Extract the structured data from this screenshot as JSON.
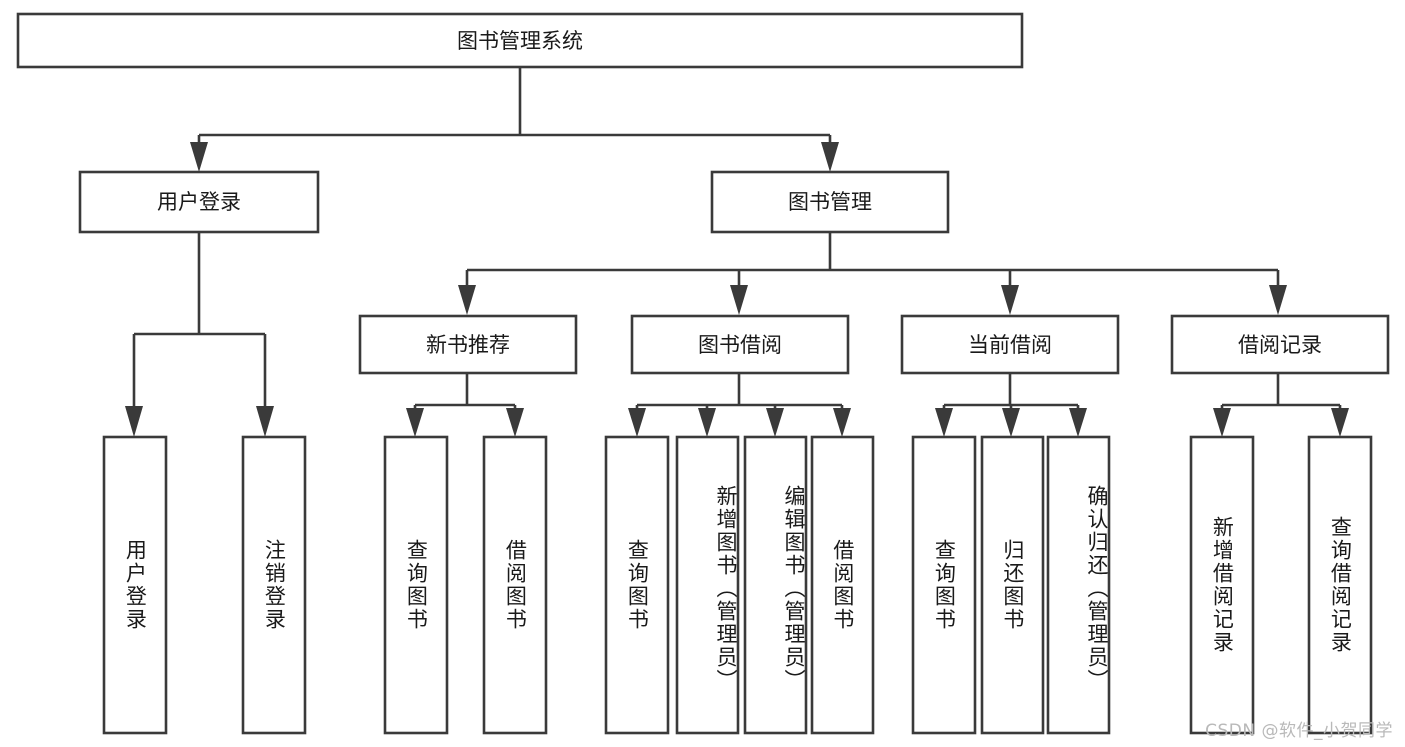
{
  "diagram": {
    "title": "图书管理系统",
    "type": "tree-hierarchy",
    "orientation": "top-down",
    "watermark": "CSDN @软件_小贺同学",
    "colors": {
      "box_stroke": "#3a3a3a",
      "box_fill": "#ffffff",
      "connector": "#3a3a3a",
      "text": "#1a1a1a",
      "background": "#ffffff",
      "watermark": "#b9b9b9"
    },
    "root": {
      "label": "图书管理系统"
    },
    "level2": [
      {
        "id": "user-login",
        "label": "用户登录"
      },
      {
        "id": "book-manage",
        "label": "图书管理"
      }
    ],
    "level3": [
      {
        "id": "new-book-recommend",
        "label": "新书推荐",
        "parent": "book-manage"
      },
      {
        "id": "book-borrow",
        "label": "图书借阅",
        "parent": "book-manage"
      },
      {
        "id": "current-borrow",
        "label": "当前借阅",
        "parent": "book-manage"
      },
      {
        "id": "borrow-record",
        "label": "借阅记录",
        "parent": "book-manage"
      }
    ],
    "leaves": {
      "user-login": [
        {
          "id": "leaf-user-login",
          "label": "用户登录"
        },
        {
          "id": "leaf-logout",
          "label": "注销登录"
        }
      ],
      "new-book-recommend": [
        {
          "id": "leaf-query-book-1",
          "label": "查询图书"
        },
        {
          "id": "leaf-borrow-book-1",
          "label": "借阅图书"
        }
      ],
      "book-borrow": [
        {
          "id": "leaf-query-book-2",
          "label": "查询图书"
        },
        {
          "id": "leaf-add-book",
          "label": "新增图书（管理员）"
        },
        {
          "id": "leaf-edit-book",
          "label": "编辑图书（管理员）"
        },
        {
          "id": "leaf-borrow-book-2",
          "label": "借阅图书"
        }
      ],
      "current-borrow": [
        {
          "id": "leaf-query-book-3",
          "label": "查询图书"
        },
        {
          "id": "leaf-return-book",
          "label": "归还图书"
        },
        {
          "id": "leaf-confirm-return",
          "label": "确认归还（管理员）"
        }
      ],
      "borrow-record": [
        {
          "id": "leaf-add-record",
          "label": "新增借阅记录"
        },
        {
          "id": "leaf-query-record",
          "label": "查询借阅记录"
        }
      ]
    }
  }
}
